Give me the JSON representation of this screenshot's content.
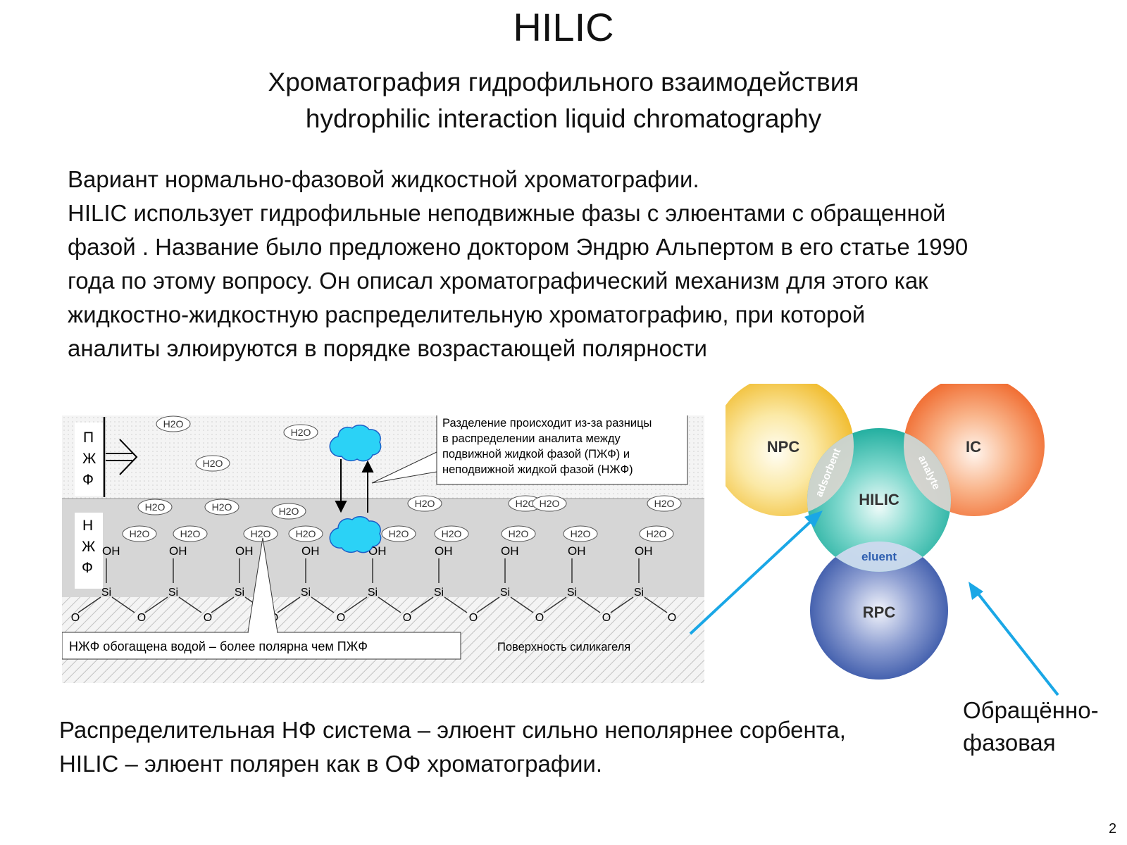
{
  "title": "HILIC",
  "subtitle_ru": "Хроматография гидрофильного взаимодействия",
  "subtitle_en": "hydrophilic interaction liquid chromatography",
  "paragraph": [
    "Вариант нормально-фазовой жидкостной хроматографии.",
    "HILIC использует гидрофильные неподвижные фазы с элюентами с обращенной",
    "фазой . Название было предложено доктором Эндрю Альпертом в его статье 1990",
    "года по этому вопросу. Он описал хроматографический механизм для этого как",
    "жидкостно-жидкостную распределительную хроматографию, при которой",
    "аналиты элюируются в порядке возрастающей полярности"
  ],
  "diagram": {
    "mobile_phase_label": [
      "П",
      "Ж",
      "Ф"
    ],
    "stationary_phase_label": [
      "Н",
      "Ж",
      "Ф"
    ],
    "water": "H2O",
    "hydroxyl": "OH",
    "silicon": "Si",
    "oxygen": "O",
    "callout": [
      "Разделение происходит из-за разницы",
      "в распределении аналита между",
      "подвижной жидкой фазой (ПЖФ) и",
      "неподвижной жидкой фазой (НЖФ)"
    ],
    "note_stationary": "НЖФ обогащена водой – более полярна чем ПЖФ",
    "note_surface": "Поверхность силикагеля"
  },
  "venn": {
    "npc": "NPC",
    "ic": "IC",
    "hilic": "HILIC",
    "rpc": "RPC",
    "adsorbent": "adsorbent",
    "analyte": "analyte",
    "eluent": "eluent"
  },
  "bottom_text": [
    "Распределительная НФ система – элюент сильно неполярнее сорбента,",
    "HILIC – элюент полярен как в ОФ хроматографии."
  ],
  "side_label": [
    "Обращённо-",
    "фазовая"
  ],
  "page_number": "2",
  "colors": {
    "arrow": "#1aa7e6",
    "cloud": "#2bd2f6",
    "npc": "#f1c232",
    "ic": "#f06a2a",
    "hilic": "#1fb5a5",
    "rpc": "#2f52a8"
  }
}
